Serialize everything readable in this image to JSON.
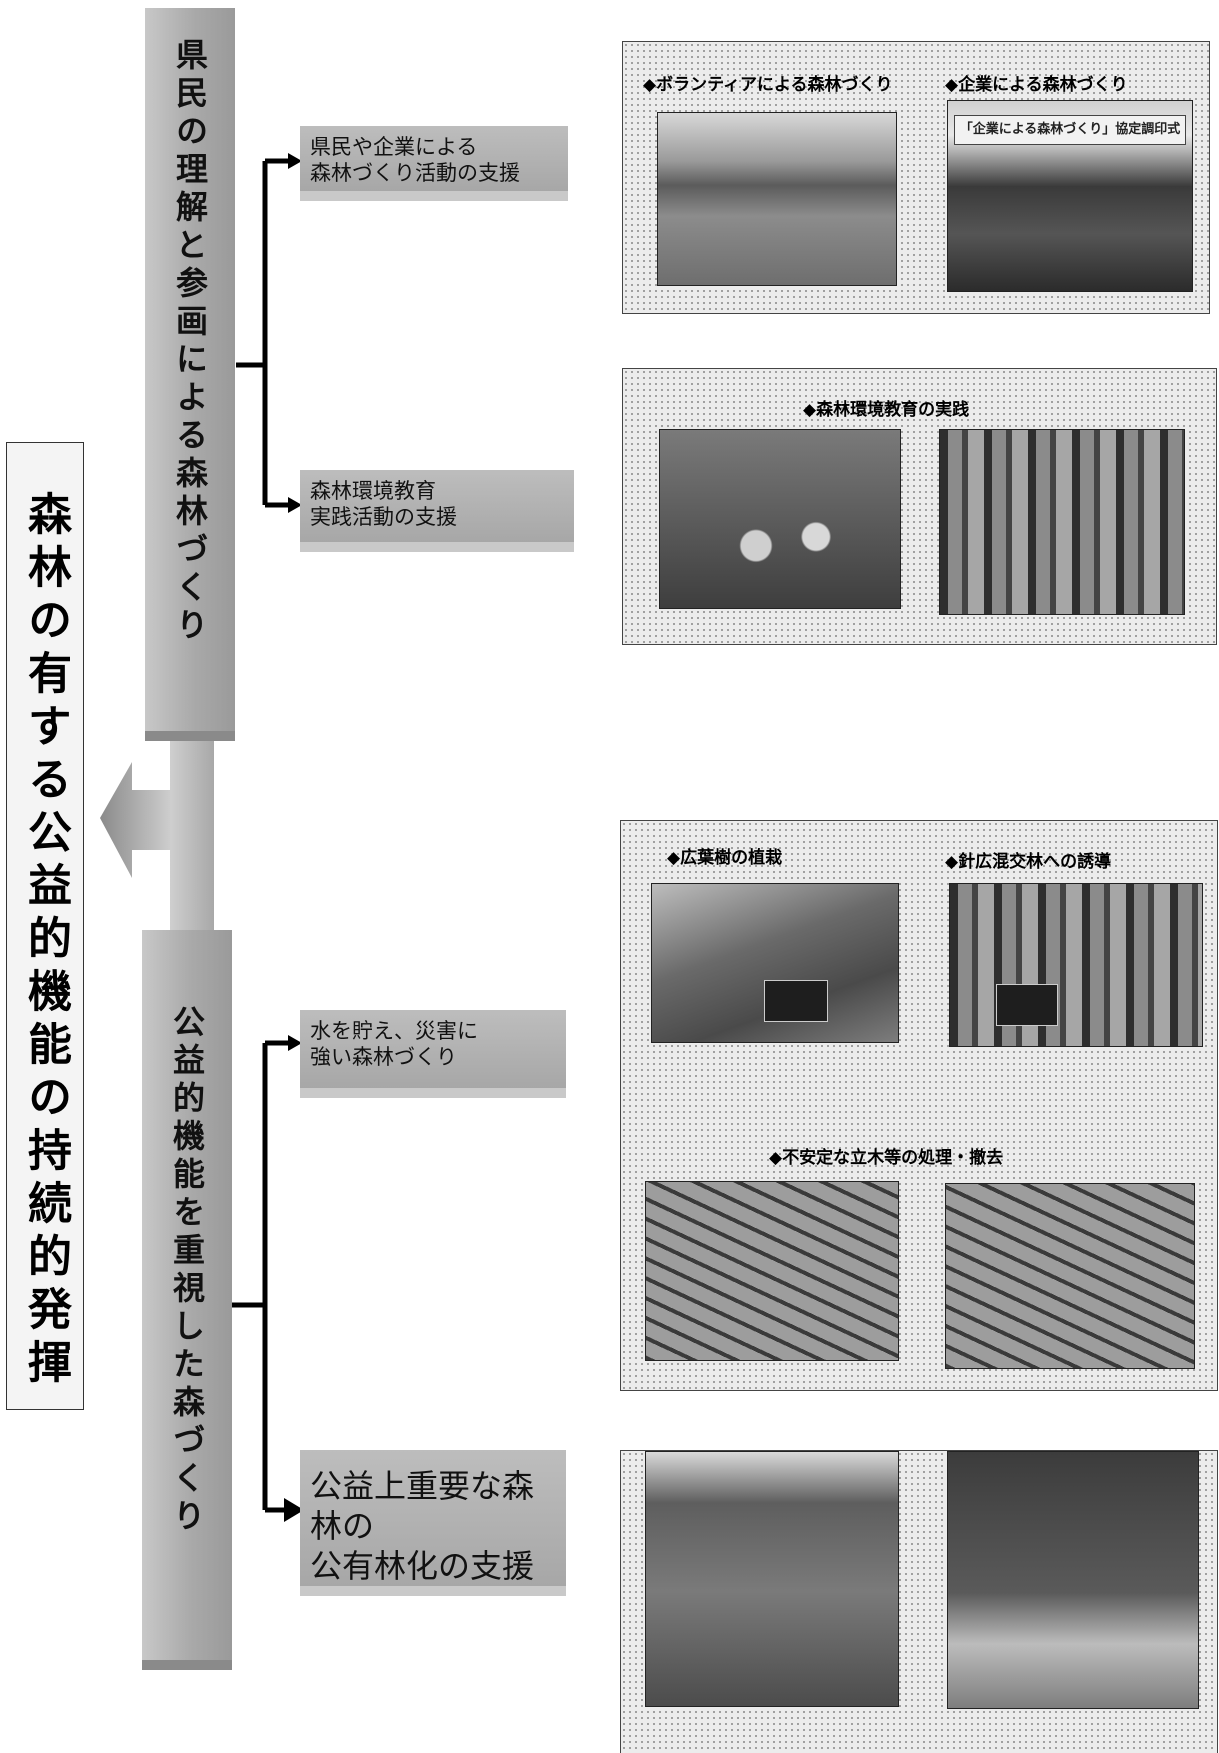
{
  "main_title": "森林の有する公益的機能の持続的発揮",
  "pillars": [
    {
      "label": "県民の理解と参画による森林づくり"
    },
    {
      "label": "公益的機能を重視した森づくり"
    }
  ],
  "branches": [
    {
      "lines": [
        "県民や企業による",
        "森林づくり活動の支援"
      ]
    },
    {
      "lines": [
        "森林環境教育",
        "実践活動の支援"
      ]
    },
    {
      "lines": [
        "水を貯え、災害に",
        "強い森林づくり"
      ]
    },
    {
      "lines": [
        "公益上重要な森林の",
        "公有林化の支援"
      ]
    }
  ],
  "panels": [
    {
      "captions": [
        "◆ボランティアによる森林づくり",
        "◆企業による森林づくり"
      ],
      "sign_text": "「企業による森林づくり」協定調印式"
    },
    {
      "captions": [
        "◆森林環境教育の実践"
      ]
    },
    {
      "captions": [
        "◆広葉樹の植栽",
        "◆針広混交林への誘導",
        "◆不安定な立木等の処理・撤去"
      ]
    },
    {
      "captions": []
    }
  ]
}
